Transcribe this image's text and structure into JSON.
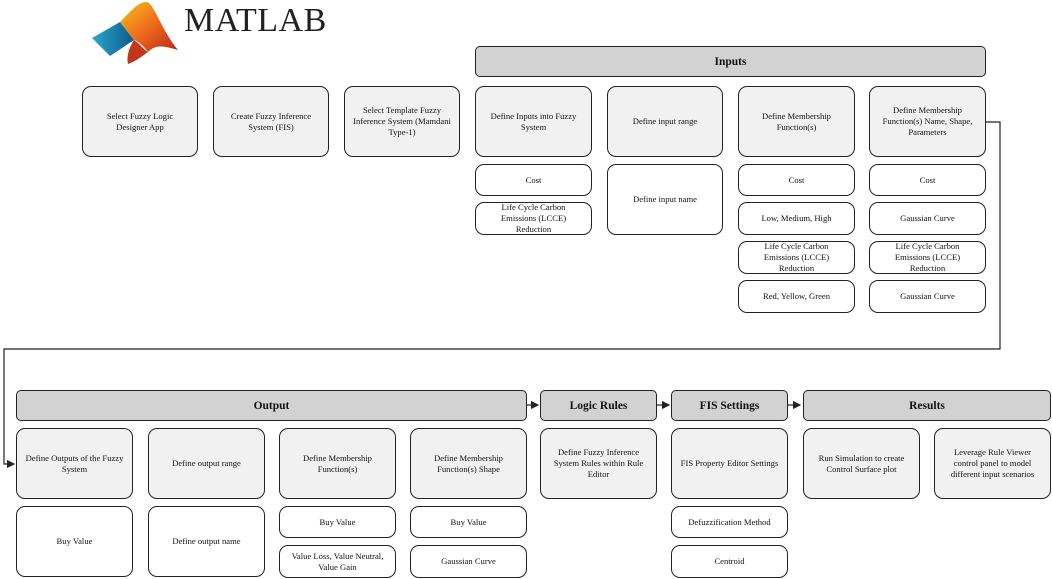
{
  "logo": {
    "text": "MATLAB"
  },
  "top_steps": [
    "Select Fuzzy Logic Designer App",
    "Create Fuzzy Inference System (FIS)",
    "Select Template Fuzzy Inference  System (Mamdani Type-1)"
  ],
  "inputs": {
    "header": "Inputs",
    "col1": {
      "title": "Define Inputs  into Fuzzy System",
      "items": [
        "Cost",
        "Life Cycle Carbon Emissions (LCCE) Reduction"
      ]
    },
    "col2": {
      "title": "Define input range",
      "items": [
        "Define input name"
      ]
    },
    "col3": {
      "title": "Define Membership Function(s)",
      "items": [
        "Cost",
        "Low, Medium, High",
        "Life Cycle Carbon Emissions (LCCE) Reduction",
        "Red, Yellow, Green"
      ]
    },
    "col4": {
      "title": "Define Membership Function(s) Name, Shape, Parameters",
      "items": [
        "Cost",
        "Gaussian Curve",
        "Life Cycle Carbon Emissions (LCCE) Reduction",
        "Gaussian Curve"
      ]
    }
  },
  "output": {
    "header": "Output",
    "col1": {
      "title": "Define Outputs of the Fuzzy System",
      "items": [
        "Buy Value"
      ]
    },
    "col2": {
      "title": "Define output range",
      "items": [
        "Define output name"
      ]
    },
    "col3": {
      "title": "Define Membership Function(s)",
      "items": [
        "Buy Value",
        "Value Loss, Value Neutral, Value Gain"
      ]
    },
    "col4": {
      "title": "Define Membership Function(s) Shape",
      "items": [
        "Buy Value",
        "Gaussian Curve"
      ]
    }
  },
  "logic_rules": {
    "header": "Logic Rules",
    "title": "Define Fuzzy Inference System Rules within Rule Editor"
  },
  "fis_settings": {
    "header": "FIS Settings",
    "title": "FIS Property Editor Settings",
    "items": [
      "Defuzzification Method",
      "Centroid"
    ]
  },
  "results": {
    "header": "Results",
    "items": [
      "Run Simulation to create Control Surface plot",
      "Leverage Rule Viewer control panel to model different input scenarios"
    ]
  }
}
